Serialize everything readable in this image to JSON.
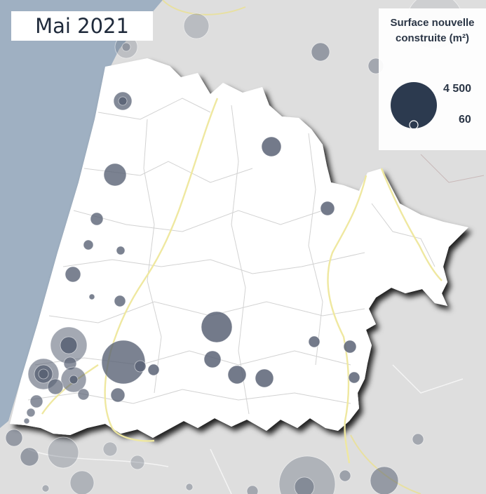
{
  "map": {
    "title": "Mai 2021",
    "colors": {
      "sea": "#9fb0c2",
      "land_outside": "#dedede",
      "department": "#ffffff",
      "road": "#efe8a0",
      "bubble": "#5a6375",
      "legend_bubble": "#2c3a4f"
    }
  },
  "legend": {
    "title_line1": "Surface nouvelle",
    "title_line2": "construite (m²)",
    "max_label": "4 500",
    "min_label": "60"
  }
}
